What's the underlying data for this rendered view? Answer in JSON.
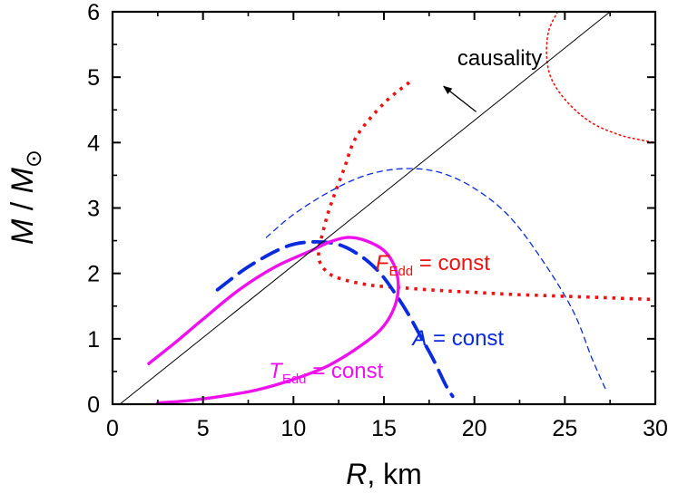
{
  "chart_data": {
    "type": "line",
    "xlabel": {
      "var": "R",
      "rest": ", km"
    },
    "ylabel": {
      "m1": "M",
      "sep": " / ",
      "m2": "M",
      "sub": "⊙"
    },
    "xlim": [
      0,
      30
    ],
    "ylim": [
      0,
      6
    ],
    "xticks": [
      0,
      5,
      10,
      15,
      20,
      25,
      30
    ],
    "yticks": [
      0,
      1,
      2,
      3,
      4,
      5,
      6
    ],
    "colors": {
      "red": "#ee1111",
      "blue": "#0a2ae0",
      "magenta": "#ee11ee",
      "black": "#000000"
    },
    "series": [
      {
        "color": "red",
        "style": "dotted",
        "width": 3.6,
        "x": [
          16.4,
          15.0,
          13.5,
          12.8,
          12.0,
          11.6,
          11.4,
          11.5,
          12.2,
          14.0,
          16.0,
          18.0,
          20.0,
          22.0,
          24.0,
          26.0,
          28.0,
          30.0
        ],
        "y": [
          4.92,
          4.6,
          4.1,
          3.6,
          3.0,
          2.6,
          2.35,
          2.15,
          1.96,
          1.83,
          1.78,
          1.74,
          1.71,
          1.68,
          1.66,
          1.64,
          1.62,
          1.6
        ]
      },
      {
        "color": "red",
        "style": "fine-dotted",
        "width": 1.6,
        "x": [
          24.6,
          24.1,
          24.0,
          24.3,
          25.2,
          26.5,
          28.0,
          29.2,
          30.0
        ],
        "y": [
          6.0,
          5.7,
          5.3,
          4.95,
          4.6,
          4.3,
          4.12,
          4.04,
          4.0
        ]
      },
      {
        "color": "blue",
        "style": "dashed-thin",
        "width": 1.3,
        "x": [
          8.5,
          10.0,
          12.0,
          14.0,
          16.0,
          18.0,
          20.0,
          22.0,
          24.0,
          25.5,
          26.5,
          27.3
        ],
        "y": [
          2.55,
          2.9,
          3.25,
          3.5,
          3.6,
          3.55,
          3.3,
          2.85,
          2.1,
          1.4,
          0.7,
          0.2
        ]
      },
      {
        "color": "blue",
        "style": "dashed-thick",
        "width": 3.8,
        "x": [
          5.8,
          7.5,
          9.5,
          11.0,
          12.5,
          13.8,
          14.8,
          15.6,
          16.3,
          17.0,
          17.7,
          18.4,
          18.8
        ],
        "y": [
          1.75,
          2.1,
          2.4,
          2.48,
          2.44,
          2.25,
          2.0,
          1.7,
          1.4,
          1.05,
          0.7,
          0.3,
          0.12
        ]
      },
      {
        "color": "magenta",
        "style": "solid",
        "width": 3.4,
        "x": [
          2.0,
          3.5,
          5.0,
          7.0,
          9.0,
          11.0,
          12.0,
          13.0,
          14.0,
          15.0,
          15.6,
          15.8,
          15.6,
          15.0,
          14.0,
          12.0,
          10.0,
          8.0,
          6.0,
          4.0,
          2.5
        ],
        "y": [
          0.62,
          0.95,
          1.3,
          1.75,
          2.1,
          2.35,
          2.48,
          2.55,
          2.5,
          2.35,
          2.1,
          1.8,
          1.5,
          1.2,
          0.95,
          0.6,
          0.38,
          0.22,
          0.12,
          0.05,
          0.02
        ]
      },
      {
        "color": "black",
        "style": "solid",
        "width": 1.0,
        "x": [
          0.4,
          27.5
        ],
        "y": [
          0.0,
          6.0
        ]
      }
    ],
    "annotations": [
      {
        "id": "causality",
        "text": "causality",
        "x": 21.4,
        "y": 5.18,
        "color": "black",
        "italic": false
      },
      {
        "id": "fedd",
        "var": "F",
        "sub": "Edd",
        "rest": " = const",
        "x": 17.7,
        "y": 2.05,
        "color": "red"
      },
      {
        "id": "a",
        "var": "A",
        "sub": "",
        "rest": " = const",
        "x": 19.1,
        "y": 0.9,
        "color": "blue"
      },
      {
        "id": "tedd",
        "var": "T",
        "sub": "Edd",
        "rest": " = const",
        "x": 11.8,
        "y": 0.4,
        "color": "magenta"
      }
    ],
    "arrow": {
      "from": [
        20.1,
        4.47
      ],
      "to": [
        18.3,
        4.86
      ]
    },
    "grid": false
  }
}
